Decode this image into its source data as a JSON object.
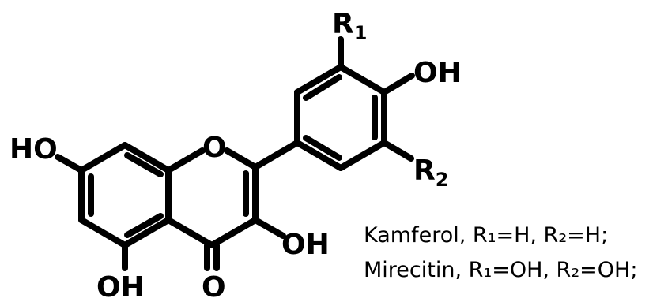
{
  "atoms": {
    "r1_symbol": "R",
    "r1_index": "1",
    "oh_top": "OH",
    "r2_symbol": "R",
    "r2_index": "2",
    "ho_left": "HO",
    "ring_oxygen": "O",
    "oh_c3": "OH",
    "oh_c5": "OH",
    "carbonyl_oxygen": "O"
  },
  "legend": {
    "line1": "Kamferol, R₁=H, R₂=H;",
    "line2": "Mirecitin, R₁=OH, R₂=OH;"
  },
  "colors": {
    "ink": "#000000",
    "background": "#ffffff"
  }
}
